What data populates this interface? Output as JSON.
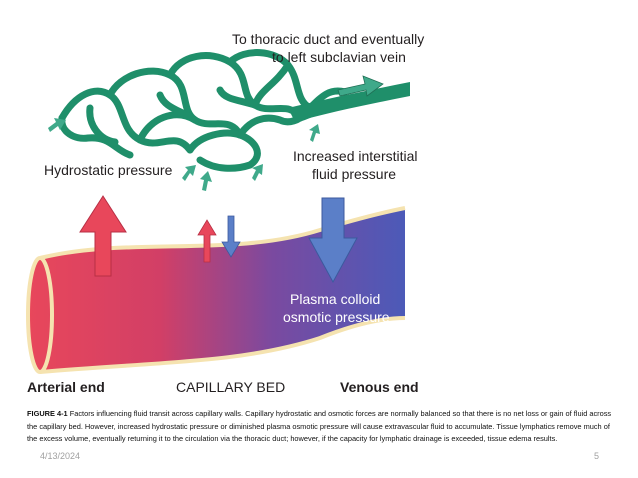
{
  "diagram": {
    "labels": {
      "top_line1": "To thoracic duct and eventually",
      "top_line2": "to left subclavian vein",
      "hydrostatic": "Hydrostatic pressure",
      "interstitial_line1": "Increased interstitial",
      "interstitial_line2": "fluid pressure",
      "plasma_line1": "Plasma colloid",
      "plasma_line2": "osmotic pressure",
      "arterial_end": "Arterial end",
      "capillary_bed": "CAPILLARY BED",
      "venous_end": "Venous end"
    },
    "colors": {
      "lymphatic": "#1f8f6a",
      "arterial": "#e8475b",
      "venous": "#4d5bb5",
      "up_arrow": "#e8475b",
      "down_arrow": "#5b7fc8",
      "small_arrows": "#3fa98a"
    }
  },
  "caption": {
    "figure_label": "FIGURE 4-1",
    "text": "Factors influencing fluid transit across capillary walls. Capillary hydrostatic and osmotic forces are normally balanced so that there is no net loss or gain of fluid across the capillary bed. However, increased hydrostatic pressure or diminished plasma osmotic pressure will cause extravascular fluid to accumulate. Tissue lymphatics remove much of the excess volume, eventually returning it to the circulation via the thoracic duct; however, if the capacity for lymphatic drainage is exceeded, tissue edema results."
  },
  "footer": {
    "date": "4/13/2024",
    "page_number": "5"
  }
}
